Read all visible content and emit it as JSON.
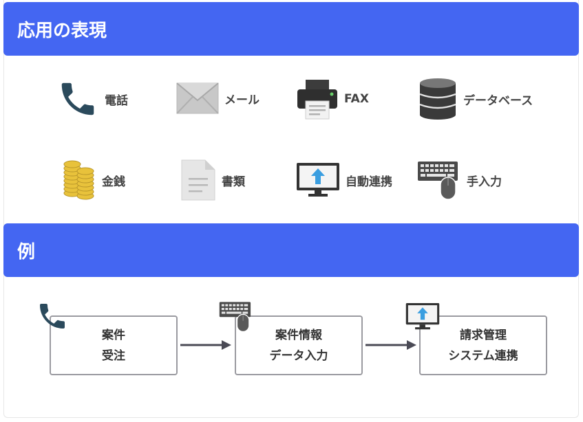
{
  "sections": {
    "applications_title": "応用の表現",
    "example_title": "例"
  },
  "applications": [
    {
      "label": "電話",
      "icon": "phone-icon"
    },
    {
      "label": "メール",
      "icon": "mail-icon"
    },
    {
      "label": "FAX",
      "icon": "fax-icon"
    },
    {
      "label": "データベース",
      "icon": "database-icon"
    },
    {
      "label": "金銭",
      "icon": "coins-icon"
    },
    {
      "label": "書類",
      "icon": "document-icon"
    },
    {
      "label": "自動連携",
      "icon": "monitor-upload-icon"
    },
    {
      "label": "手入力",
      "icon": "keyboard-mouse-icon"
    }
  ],
  "flow": [
    {
      "line1": "案件",
      "line2": "受注",
      "icon": "phone-icon"
    },
    {
      "line1": "案件情報",
      "line2": "データ入力",
      "icon": "keyboard-mouse-icon"
    },
    {
      "line1": "請求管理",
      "line2": "システム連携",
      "icon": "monitor-upload-icon"
    }
  ],
  "colors": {
    "header": "#4466f2",
    "phone": "#2b4a5c",
    "coin": "#e8c23b",
    "monitor_arrow": "#3a9ee0",
    "dark_gray": "#444444"
  }
}
